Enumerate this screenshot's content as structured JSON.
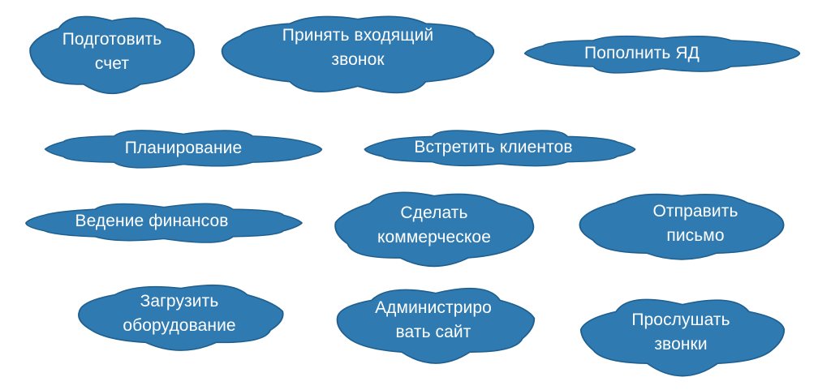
{
  "palette": {
    "cloud_fill": "#2f7ab0",
    "cloud_stroke": "#1f5f8f",
    "text": "#ffffff",
    "background": "#ffffff"
  },
  "clouds": [
    {
      "lines": [
        "Подготовить",
        "счет"
      ]
    },
    {
      "lines": [
        "Принять входящий",
        "звонок"
      ]
    },
    {
      "lines": [
        "Пополнить ЯД"
      ]
    },
    {
      "lines": [
        "Планирование"
      ]
    },
    {
      "lines": [
        "Встретить клиентов"
      ]
    },
    {
      "lines": [
        "Ведение финансов"
      ]
    },
    {
      "lines": [
        "Сделать",
        "коммерческое"
      ]
    },
    {
      "lines": [
        "Отправить",
        "письмо"
      ]
    },
    {
      "lines": [
        "Загрузить",
        "оборудование"
      ]
    },
    {
      "lines": [
        "Администриро",
        "вать сайт"
      ]
    },
    {
      "lines": [
        "Прослушать",
        "звонки"
      ]
    }
  ]
}
